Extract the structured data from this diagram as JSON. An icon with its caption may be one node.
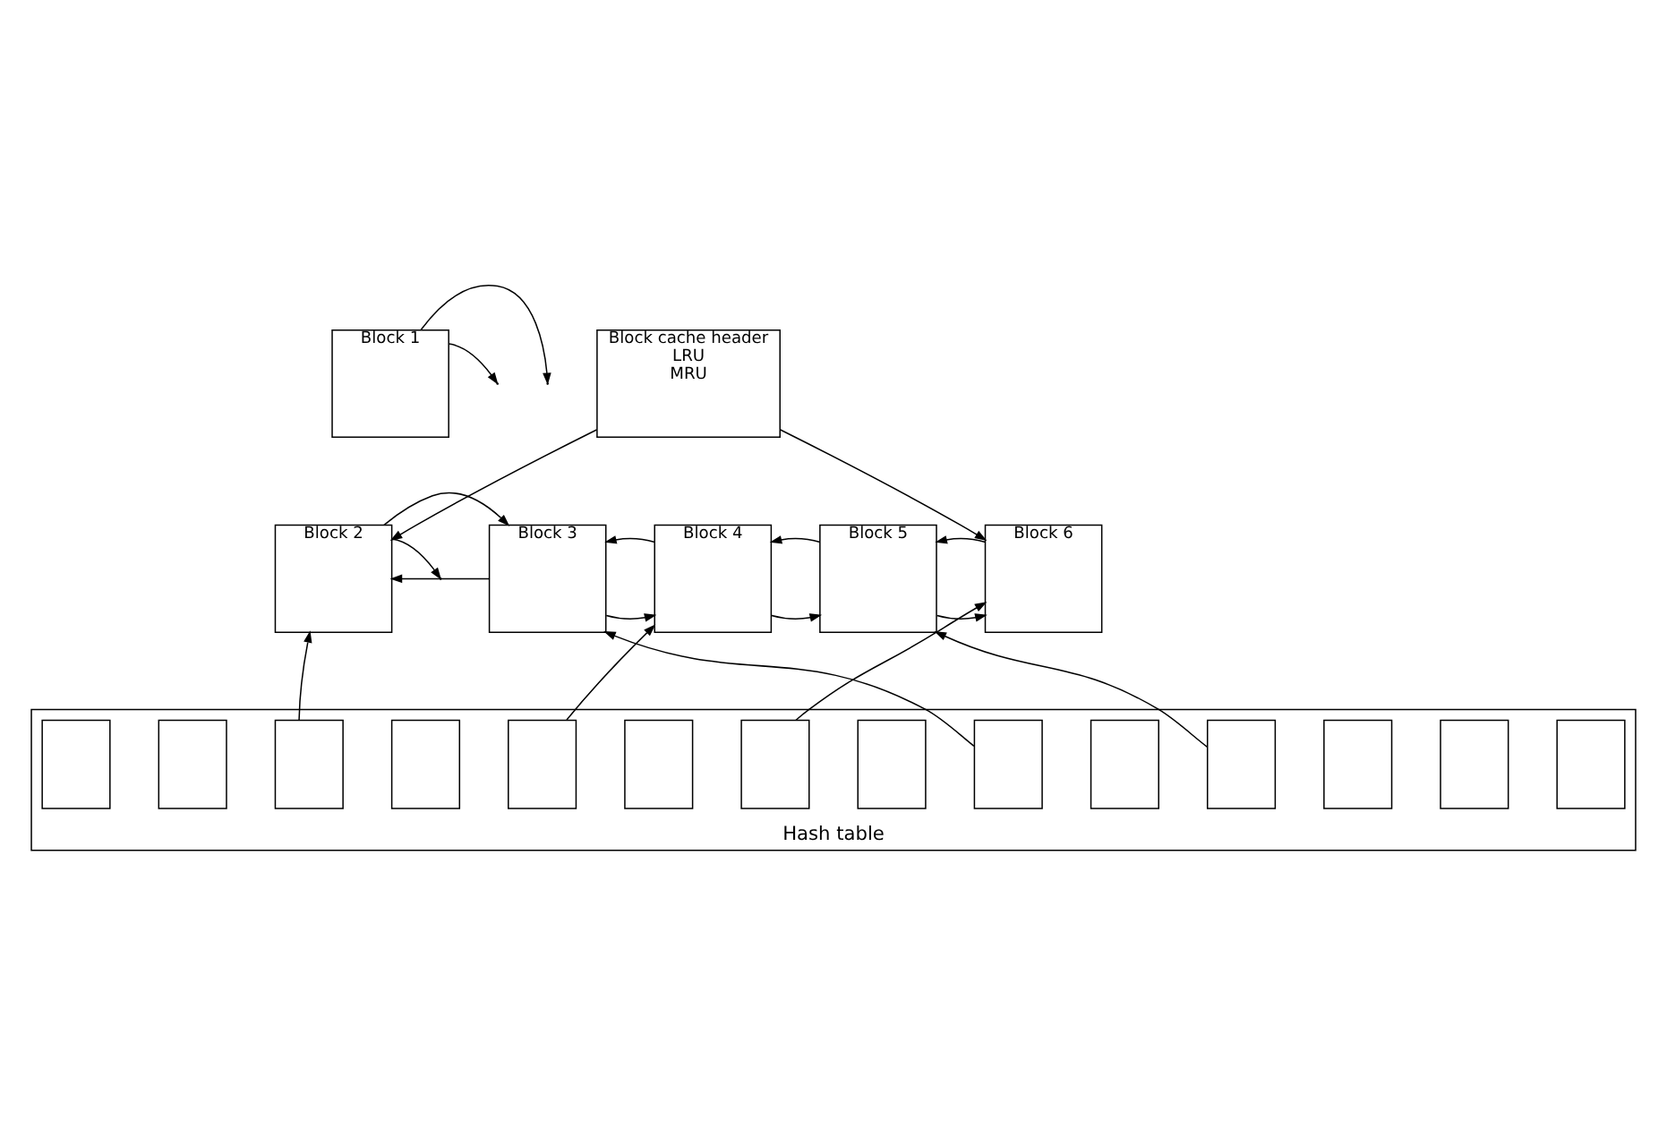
{
  "diagram": {
    "nodes": [
      {
        "text": [
          "Block 1"
        ]
      },
      {
        "text": [
          "Block cache header",
          "LRU",
          "MRU"
        ]
      },
      {
        "text": [
          "Block 2"
        ]
      },
      {
        "text": [
          "Block 3"
        ]
      },
      {
        "text": [
          "Block 4"
        ]
      },
      {
        "text": [
          "Block 5"
        ]
      },
      {
        "text": [
          "Block 6"
        ]
      },
      {
        "text": [
          "Hash table"
        ]
      },
      {
        "text": [],
        "shape": "box",
        "in": 7
      },
      {
        "text": [],
        "shape": "box",
        "in": 7
      },
      {
        "text": [],
        "shape": "box",
        "in": 7
      },
      {
        "text": [],
        "shape": "box",
        "in": 7
      },
      {
        "text": [],
        "shape": "box",
        "in": 7
      },
      {
        "text": [],
        "shape": "box",
        "in": 7
      },
      {
        "text": [],
        "shape": "box",
        "in": 7
      },
      {
        "text": [],
        "shape": "box",
        "in": 7
      },
      {
        "text": [],
        "shape": "box",
        "in": 7
      },
      {
        "text": [],
        "shape": "box",
        "in": 7
      },
      {
        "text": [],
        "shape": "box",
        "in": 7
      },
      {
        "text": [],
        "shape": "box",
        "in": 7
      },
      {
        "text": [],
        "shape": "box",
        "in": 7
      },
      {
        "text": [],
        "shape": "box",
        "in": 7
      }
    ],
    "edges": [
      {
        "from": 0,
        "to": null,
        "arrow": "to"
      },
      {
        "from": 0,
        "to": null,
        "arrow": "to"
      },
      {
        "from": 1,
        "to": 2,
        "arrow": "to"
      },
      {
        "from": 1,
        "to": 6,
        "arrow": "to"
      },
      {
        "from": 2,
        "to": 3,
        "arrow": "to"
      },
      {
        "from": 3,
        "to": 4,
        "arrow": "to"
      },
      {
        "from": 4,
        "to": 5,
        "arrow": "to"
      },
      {
        "from": 5,
        "to": 6,
        "arrow": "to"
      },
      {
        "from": 3,
        "to": 2,
        "arrow": "to"
      },
      {
        "from": 4,
        "to": 3,
        "arrow": "to"
      },
      {
        "from": 5,
        "to": 4,
        "arrow": "to"
      },
      {
        "from": 6,
        "to": 5,
        "arrow": "to"
      },
      {
        "from": 2,
        "to": null,
        "arrow": "to"
      },
      {
        "from": 10,
        "to": 2,
        "arrow": "to"
      },
      {
        "from": 12,
        "to": 4,
        "arrow": "to"
      },
      {
        "from": 14,
        "to": 6,
        "arrow": "to"
      },
      {
        "from": 16,
        "to": 3,
        "arrow": "to"
      },
      {
        "from": 18,
        "to": 5,
        "arrow": "to"
      }
    ]
  }
}
